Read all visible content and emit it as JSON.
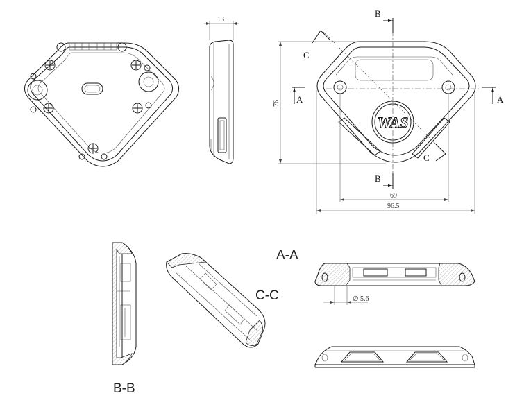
{
  "dimensions": {
    "thickness": "13",
    "height": "76",
    "hole_spacing": "69",
    "overall_width": "96.5",
    "hole_diameter": "5.6",
    "diameter_symbol": "∅"
  },
  "cut_markers": {
    "a": "A",
    "b": "B",
    "c": "C"
  },
  "section_titles": {
    "aa": "A-A",
    "bb": "B-B",
    "cc": "C-C"
  },
  "logo": {
    "text": "WAS"
  }
}
